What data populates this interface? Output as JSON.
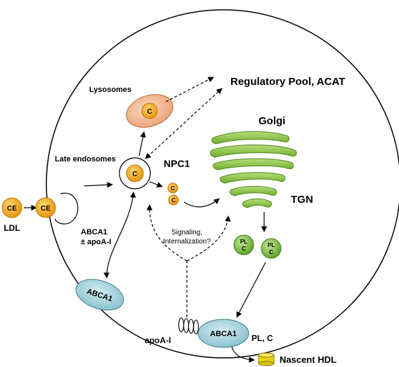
{
  "labels": {
    "regulatory_pool": "Regulatory Pool, ACAT",
    "lysosomes": "Lysosomes",
    "golgi": "Golgi",
    "late_endosomes": "Late endosomes",
    "npc1": "NPC1",
    "tgn": "TGN",
    "ldl": "LDL",
    "abca1_apoai_line1": "ABCA1",
    "abca1_apoai_line2": "± apoA-I",
    "signaling_line1": "Signaling,",
    "signaling_line2": "Internalization?",
    "abca1_left": "ABCA1",
    "abca1_bottom": "ABCA1",
    "apoai": "apoA-I",
    "pl_c": "PL, C",
    "nascent_hdl": "Nascent HDL"
  },
  "glyphs": {
    "ce": "CE",
    "c": "C",
    "pl": "PL"
  },
  "colors": {
    "cholesterol_orange": "#F5A623",
    "lysosome_fill": "#F2B48C",
    "golgi_green": "#8CC63F",
    "vesicle_green": "#7BC043",
    "abca1_blue": "#A8D3DC",
    "hdl_yellow": "#E8D419"
  }
}
